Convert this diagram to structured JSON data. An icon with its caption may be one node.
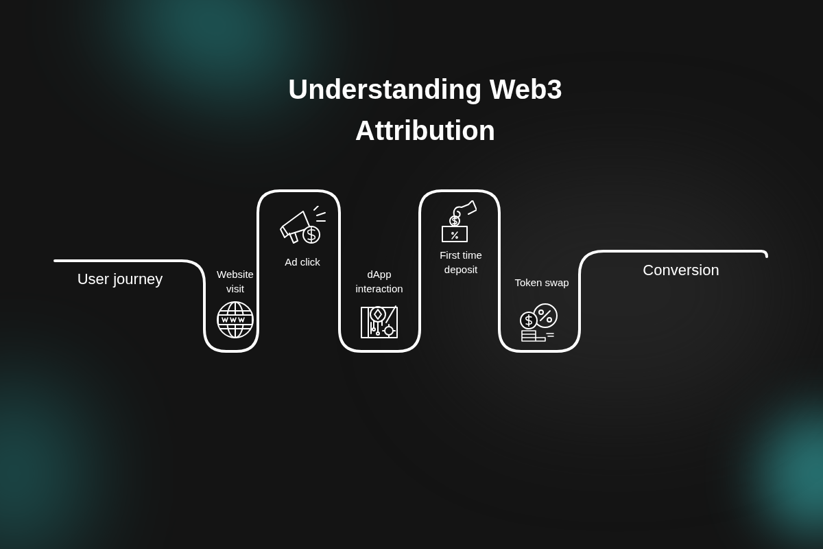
{
  "diagram": {
    "title": "Understanding Web3 Attribution",
    "labels": [
      "User journey",
      "Website visit",
      "Ad click",
      "dApp interaction",
      "First time deposit",
      "Token swap",
      "Conversion"
    ]
  }
}
